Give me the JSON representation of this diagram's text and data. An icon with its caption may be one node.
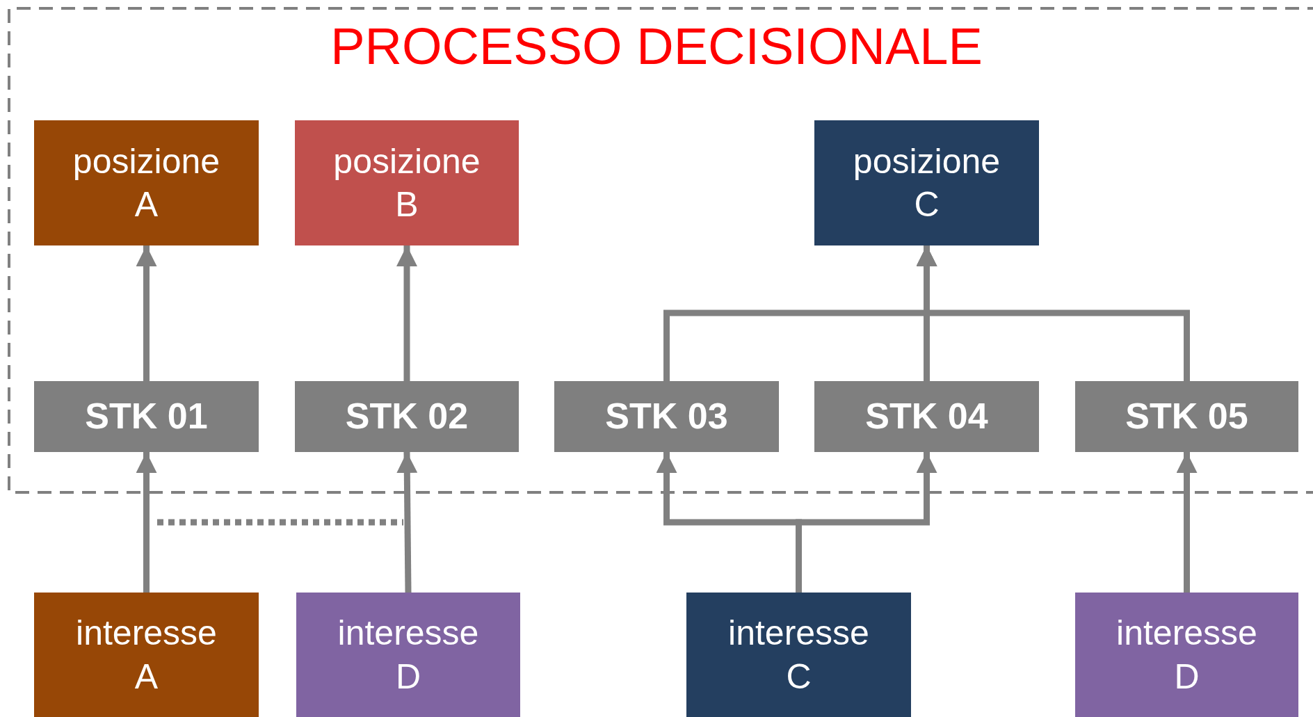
{
  "diagram": {
    "title": "PROCESSO DECISIONALE",
    "nodes": [
      {
        "text": [
          "posizione A"
        ]
      },
      {
        "text": [
          "posizione B"
        ]
      },
      {
        "text": [
          "posizione C"
        ]
      },
      {
        "text": [
          "STK 01"
        ]
      },
      {
        "text": [
          "STK 02"
        ]
      },
      {
        "text": [
          "STK 03"
        ]
      },
      {
        "text": [
          "STK 04"
        ]
      },
      {
        "text": [
          "STK 05"
        ]
      },
      {
        "text": [
          "interesse A"
        ]
      },
      {
        "text": [
          "interesse D"
        ]
      },
      {
        "text": [
          "interesse C"
        ]
      },
      {
        "text": [
          "interesse D"
        ]
      }
    ],
    "edges": [
      {
        "from": 3,
        "to": 0,
        "arrow": "to"
      },
      {
        "from": 4,
        "to": 1,
        "arrow": "to"
      },
      {
        "from": 5,
        "to": 2,
        "arrow": "to"
      },
      {
        "from": 6,
        "to": 2,
        "arrow": "to"
      },
      {
        "from": 7,
        "to": 2,
        "arrow": "to"
      },
      {
        "from": 8,
        "to": 3,
        "arrow": "to"
      },
      {
        "from": 9,
        "to": 4,
        "arrow": "to"
      },
      {
        "from": 10,
        "to": 5,
        "arrow": "to"
      },
      {
        "from": 10,
        "to": 6,
        "arrow": "to"
      },
      {
        "from": 11,
        "to": 7,
        "arrow": "to"
      }
    ]
  }
}
